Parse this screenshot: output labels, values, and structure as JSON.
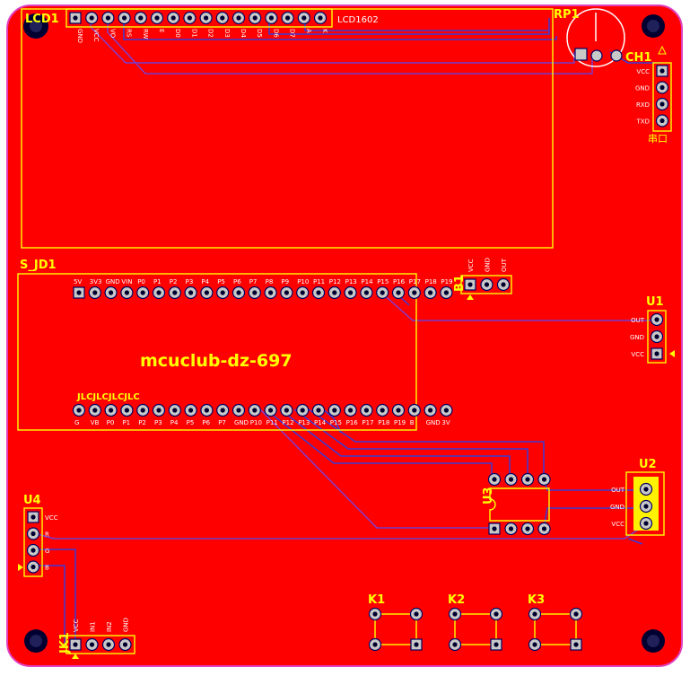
{
  "lcd": {
    "ref": "LCD1",
    "value": "LCD1602",
    "pins": [
      "GND",
      "VCC",
      "VO",
      "RS",
      "RW",
      "E",
      "D0",
      "D1",
      "D2",
      "D3",
      "D4",
      "D5",
      "D6",
      "D7",
      "A",
      "K"
    ]
  },
  "rp1": {
    "ref": "RP1"
  },
  "ch1": {
    "ref": "CH1",
    "name": "串口",
    "pins": [
      "VCC",
      "GND",
      "RXD",
      "TXD"
    ]
  },
  "sjd1": {
    "ref": "S_JD1",
    "title": "mcuclub-dz-697",
    "marker": "JLCJLCJLCJLC",
    "top_pins": [
      "5V",
      "3V3",
      "GND",
      "VIN",
      "P0",
      "P1",
      "P2",
      "P3",
      "P4",
      "P5",
      "P6",
      "P7",
      "P8",
      "P9",
      "P10",
      "P11",
      "P12",
      "P13",
      "P14",
      "P15",
      "P16",
      "P17",
      "P18",
      "P19"
    ],
    "bottom_pins": [
      "G",
      "VB",
      "P0",
      "P1",
      "P2",
      "P3",
      "P4",
      "P5",
      "P6",
      "P7",
      "GND",
      "P10",
      "P11",
      "P12",
      "P13",
      "P14",
      "P15",
      "P16",
      "P17",
      "P18",
      "P19",
      "B",
      "GND",
      "3V"
    ]
  },
  "b1": {
    "ref": "B1",
    "pins": [
      "VCC",
      "GND",
      "OUT"
    ]
  },
  "u1": {
    "ref": "U1",
    "pins": [
      "OUT",
      "GND",
      "VCC"
    ]
  },
  "u2": {
    "ref": "U2",
    "pins": [
      "OUT",
      "GND",
      "VCC"
    ]
  },
  "u3": {
    "ref": "U3"
  },
  "u4": {
    "ref": "U4",
    "pins": [
      "VCC",
      "R",
      "G",
      "B"
    ]
  },
  "jk1": {
    "ref": "JK1",
    "pins": [
      "VCC",
      "IN1",
      "IN2",
      "GND"
    ]
  },
  "keys": [
    {
      "ref": "K1"
    },
    {
      "ref": "K2"
    },
    {
      "ref": "K3"
    }
  ],
  "colors": {
    "board": "#ff0000",
    "outline": "#e040c0",
    "silk": "#ffff00",
    "trace": "#3a3ad8",
    "pad": "#c8c8c8"
  }
}
